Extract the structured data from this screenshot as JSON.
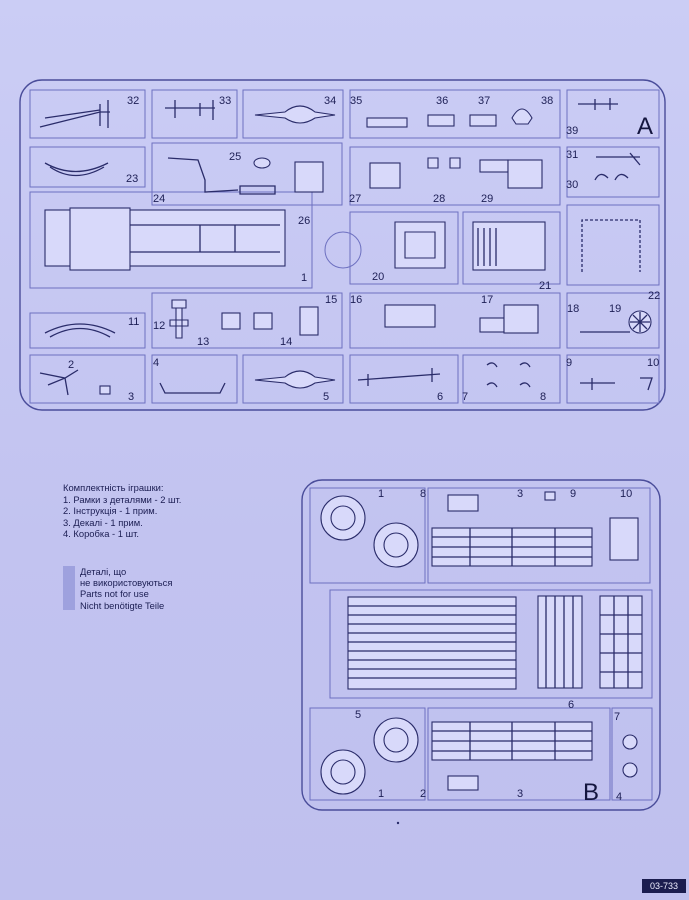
{
  "sprue_a": {
    "letter": "A",
    "part_numbers": [
      "32",
      "33",
      "34",
      "35",
      "36",
      "37",
      "38",
      "39",
      "23",
      "25",
      "24",
      "26",
      "27",
      "28",
      "29",
      "31",
      "30",
      "20",
      "21",
      "1",
      "11",
      "12",
      "13",
      "14",
      "15",
      "16",
      "17",
      "18",
      "19",
      "22",
      "2",
      "3",
      "4",
      "5",
      "6",
      "7",
      "8",
      "9",
      "10"
    ]
  },
  "sprue_b": {
    "letter": "B",
    "part_numbers": [
      "1",
      "8",
      "3",
      "9",
      "10",
      "6",
      "5",
      "7",
      "1",
      "2",
      "3",
      "4"
    ]
  },
  "contents": {
    "title": "Комплектність іграшки:",
    "items": [
      "1. Рамки з деталями - 2 шт.",
      "2. Інструкція - 1 прим.",
      "3. Декалі - 1 прим.",
      "4. Коробка - 1 шт."
    ]
  },
  "legend": {
    "lines": [
      "Деталі, що",
      "не використовуються",
      "Parts not for use",
      "Nicht benötigte Teile"
    ],
    "swatch_color": "#9ea1de"
  },
  "footer": {
    "code": "03-733"
  },
  "colors": {
    "background": "#c5c6f2",
    "ink": "#2a2c6a"
  }
}
